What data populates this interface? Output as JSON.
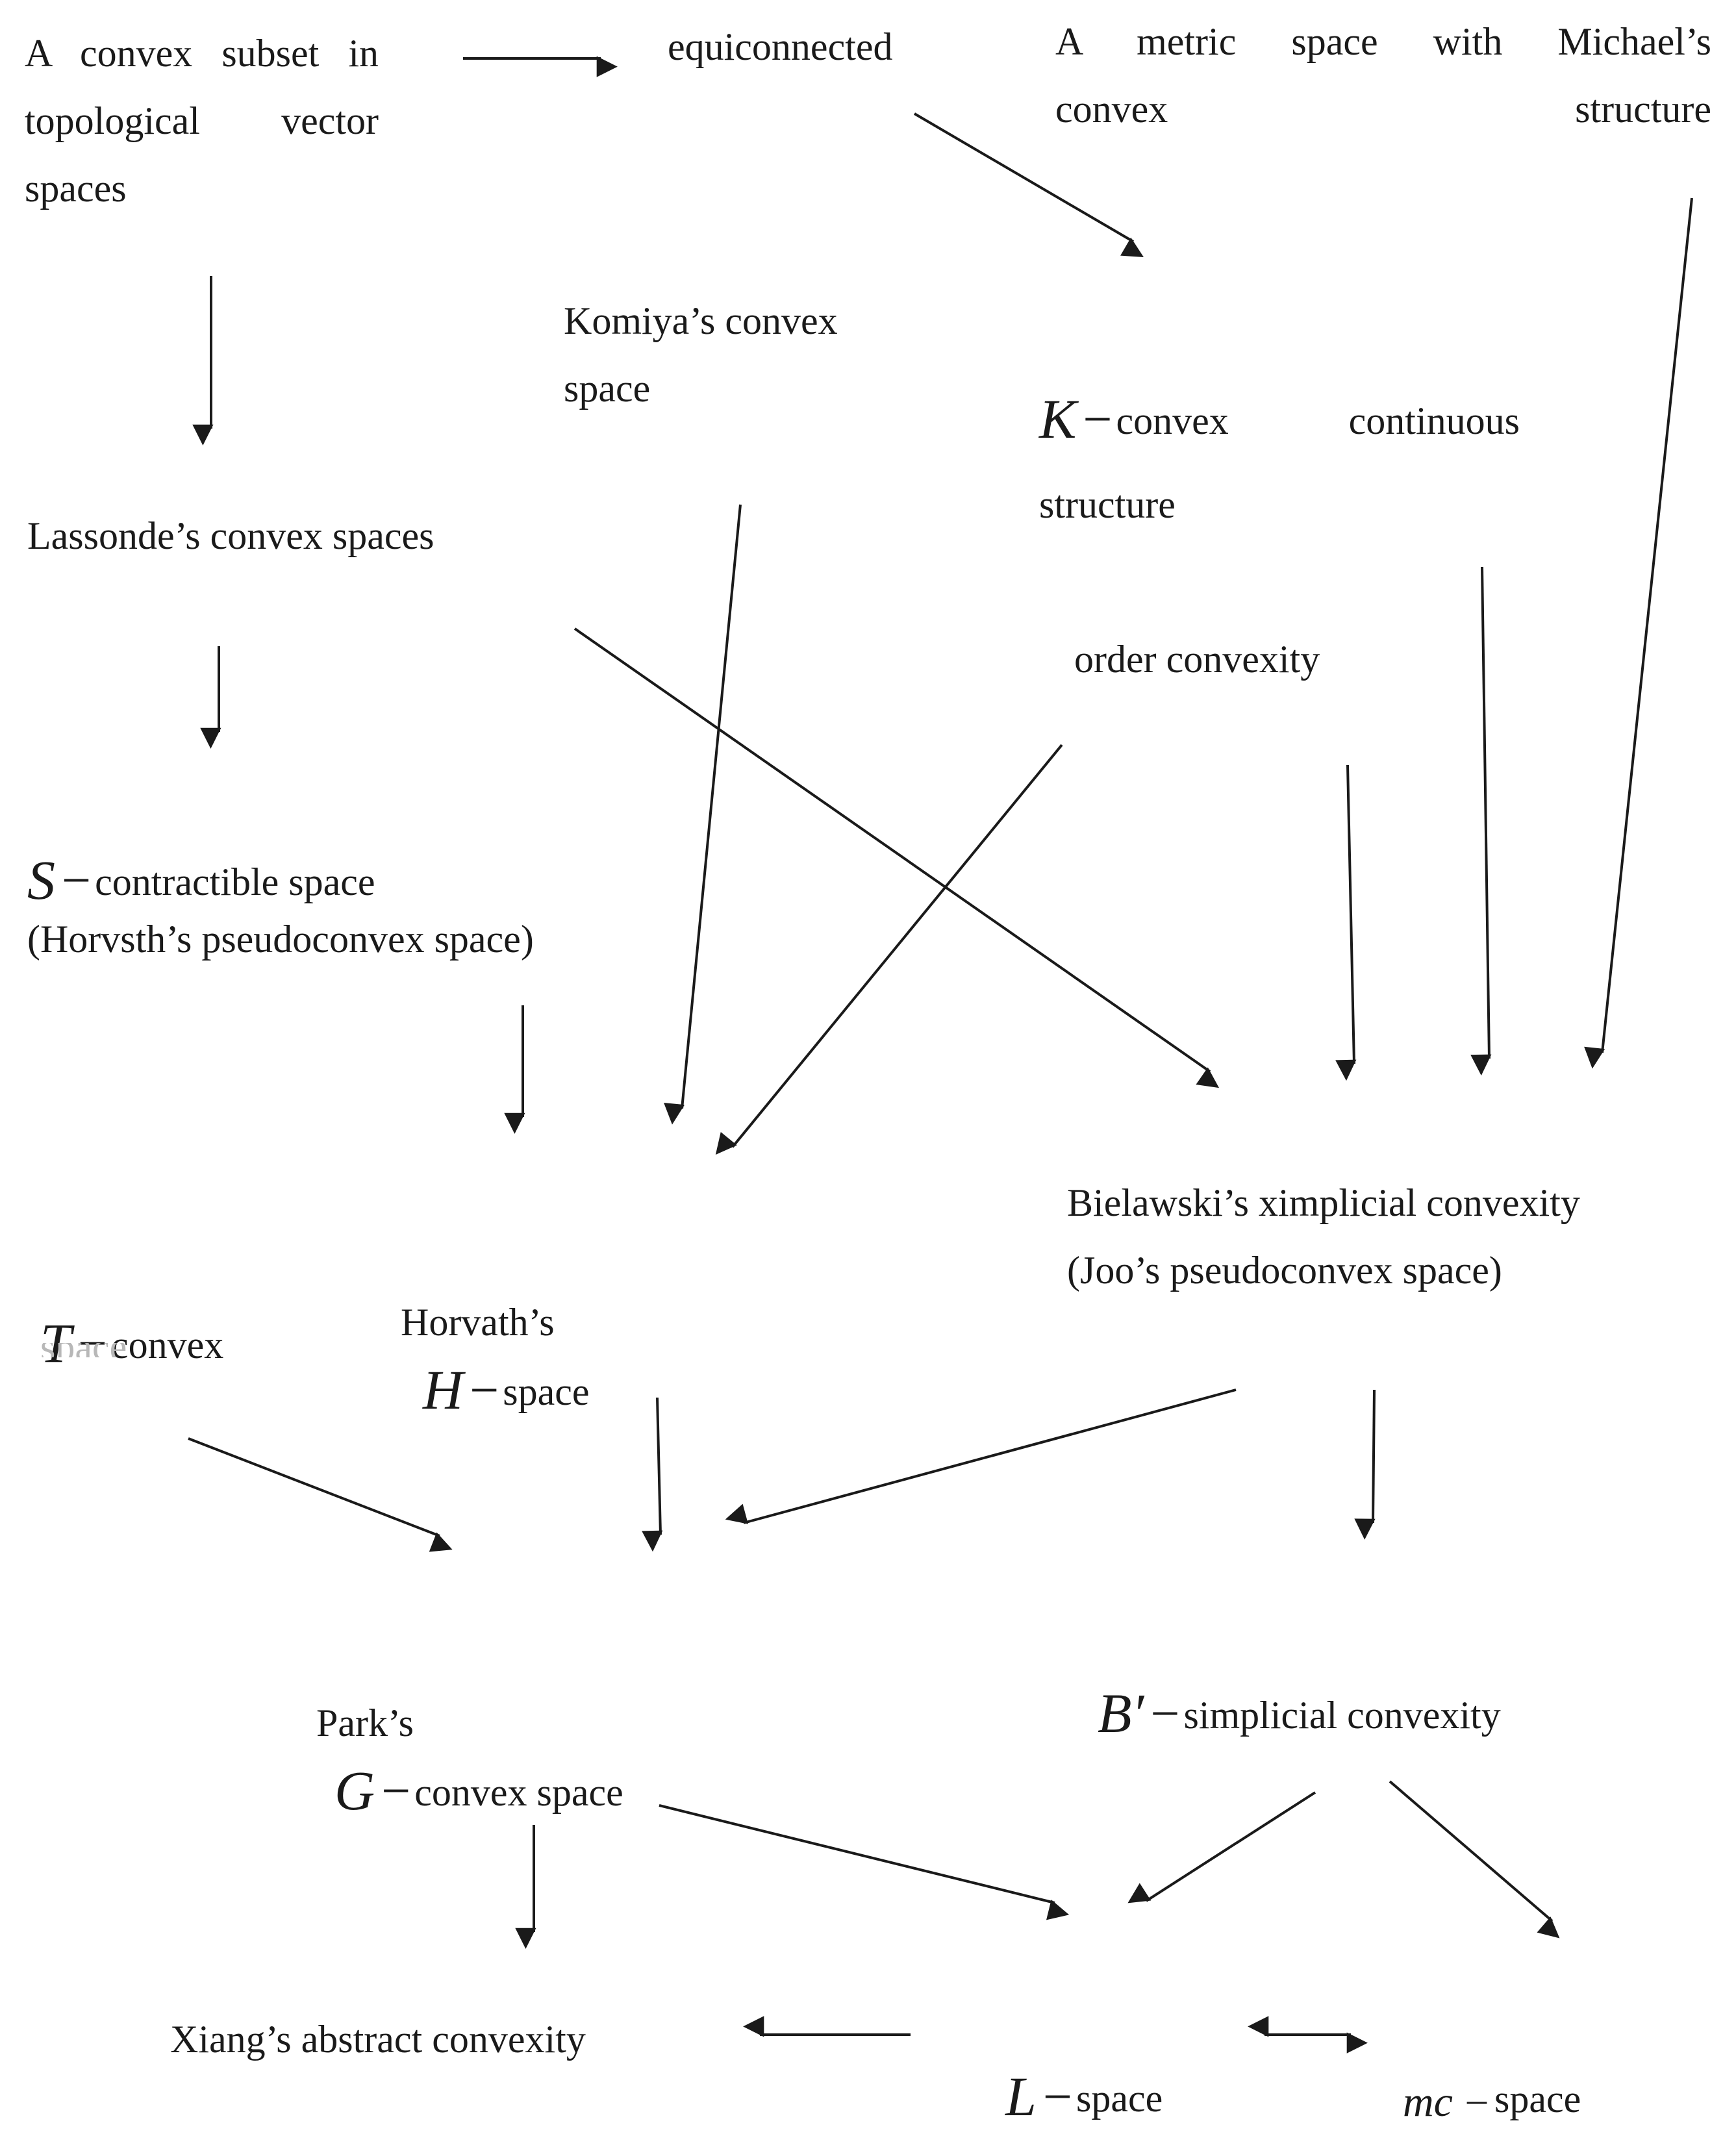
{
  "nodes": {
    "convex_subset": "A convex subset in\ntopological vector\nspaces",
    "equiconnected": "equiconnected",
    "michael": "A metric space with Michael’s\nconvex structure",
    "komiya": "Komiya’s convex\nspace",
    "k_convex": {
      "symbol": "K",
      "line1": "convex continuous",
      "line2": "structure"
    },
    "lassonde": "Lassonde’s convex spaces",
    "order_convexity": "order convexity",
    "s_contractible": {
      "symbol": "S",
      "line1": "contractible space",
      "line2": "(Horvsth’s pseudoconvex space)"
    },
    "t_convex": {
      "symbol": "T",
      "label": "convex"
    },
    "horvath_h": {
      "prefix": "Horvath’s",
      "symbol": "H",
      "label": "space"
    },
    "bielawski": "Bielawski’s ximplicial convexity\n(Joo’s pseudoconvex space)",
    "park_g": {
      "prefix": "Park’s",
      "symbol": "G",
      "label": "convex space"
    },
    "b_prime": {
      "symbol": "B′",
      "label": "simplicial convexity"
    },
    "xiang": "Xiang’s abstract convexity",
    "l_space": {
      "symbol": "L",
      "label": "space"
    },
    "mc_space": {
      "symbol": "mc",
      "label": "space"
    }
  },
  "edges": [
    {
      "from": "convex_subset",
      "to": "equiconnected"
    },
    {
      "from": "equiconnected",
      "to": "k_convex"
    },
    {
      "from": "convex_subset",
      "to": "lassonde"
    },
    {
      "from": "lassonde",
      "to": "s_contractible"
    },
    {
      "from": "s_contractible",
      "to": "horvath_h"
    },
    {
      "from": "komiya",
      "to": "horvath_h"
    },
    {
      "from": "order_convexity",
      "to": "horvath_h"
    },
    {
      "from": "lassonde",
      "to": "bielawski"
    },
    {
      "from": "order_convexity",
      "to": "bielawski"
    },
    {
      "from": "k_convex",
      "to": "bielawski"
    },
    {
      "from": "michael",
      "to": "bielawski"
    },
    {
      "from": "t_convex",
      "to": "park_g"
    },
    {
      "from": "horvath_h",
      "to": "park_g"
    },
    {
      "from": "bielawski",
      "to": "park_g"
    },
    {
      "from": "bielawski",
      "to": "b_prime"
    },
    {
      "from": "park_g",
      "to": "xiang"
    },
    {
      "from": "park_g",
      "to": "l_space"
    },
    {
      "from": "b_prime",
      "to": "l_space"
    },
    {
      "from": "b_prime",
      "to": "mc_space"
    },
    {
      "from": "l_space",
      "to": "xiang"
    },
    {
      "from": "l_space",
      "to": "mc_space",
      "bidirectional": true
    }
  ],
  "colors": {
    "ink": "#1a1a1a",
    "background": "#ffffff"
  }
}
